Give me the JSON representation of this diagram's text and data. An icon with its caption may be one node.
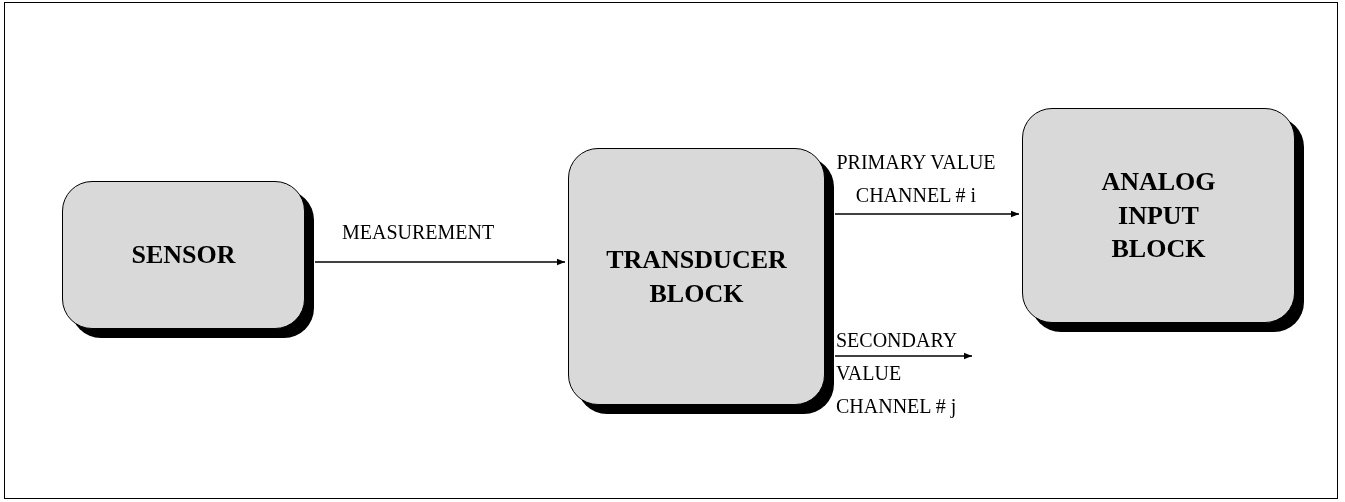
{
  "diagram": {
    "nodes": [
      {
        "text": [
          "SENSOR"
        ]
      },
      {
        "text": [
          "TRANSDUCER BLOCK"
        ]
      },
      {
        "text": [
          "ANALOG INPUT BLOCK"
        ]
      }
    ],
    "edges": [
      {
        "from": 0,
        "to": 1,
        "arrow": "to",
        "label": "MEASUREMENT"
      },
      {
        "from": 1,
        "to": 2,
        "arrow": "to",
        "label": "PRIMARY VALUE CHANNEL # i"
      },
      {
        "from": 1,
        "to": null,
        "arrow": "to",
        "label": "SECONDARY VALUE CHANNEL # j"
      }
    ]
  }
}
